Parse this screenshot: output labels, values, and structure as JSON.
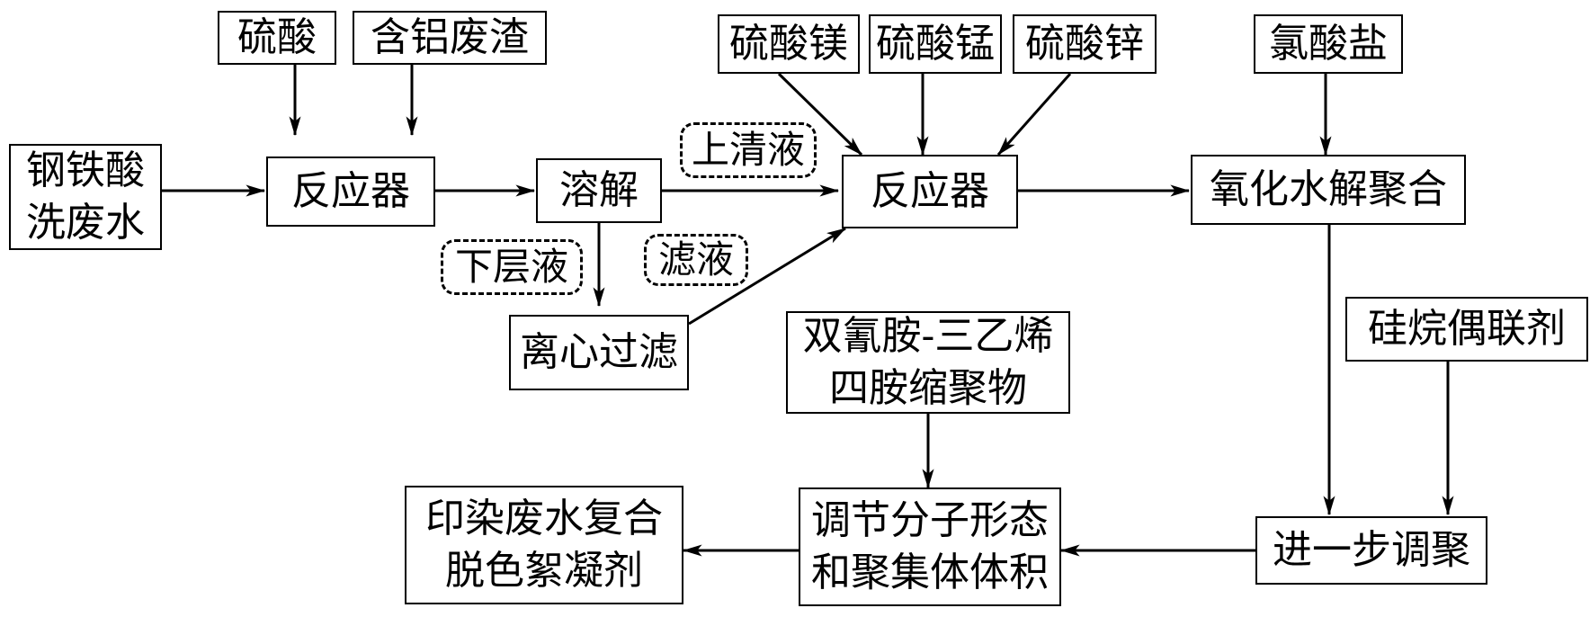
{
  "inputs": {
    "sulfuric_acid": "硫酸",
    "aluminum_slag": "含铝废渣",
    "steel_pickling_wastewater": "钢铁酸\n洗废水",
    "magnesium_sulfate": "硫酸镁",
    "manganese_sulfate": "硫酸锰",
    "zinc_sulfate": "硫酸锌",
    "chlorate": "氯酸盐",
    "silane_coupling_agent": "硅烷偶联剂",
    "dicyandiamide_polymer": "双氰胺-三乙烯\n四胺缩聚物"
  },
  "process": {
    "reactor_1": "反应器",
    "dissolution": "溶解",
    "centrifugal_filtration": "离心过滤",
    "reactor_2": "反应器",
    "oxidation_hydrolysis_polymerization": "氧化水解聚合",
    "further_polymerization": "进一步调聚",
    "adjust_morphology": "调节分子形态\n和聚集体体积",
    "final_product": "印染废水复合\n脱色絮凝剂"
  },
  "flow_labels": {
    "supernatant": "上清液",
    "lower_liquid": "下层液",
    "filtrate": "滤液"
  }
}
